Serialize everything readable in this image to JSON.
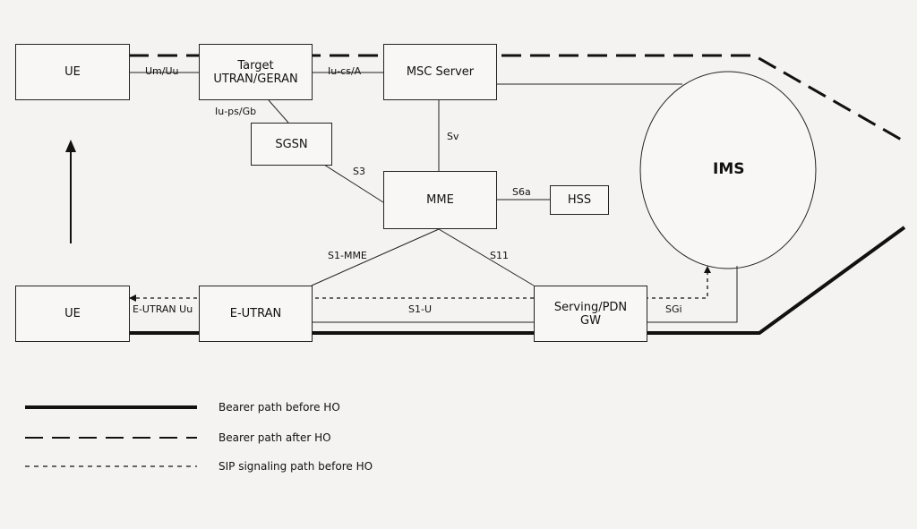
{
  "nodes": {
    "ue_top": "UE",
    "target_line1": "Target",
    "target_line2": "UTRAN/GERAN",
    "msc": "MSC Server",
    "sgsn": "SGSN",
    "mme": "MME",
    "hss": "HSS",
    "ue_bottom": "UE",
    "eutran": "E-UTRAN",
    "gw_line1": "Serving/PDN",
    "gw_line2": "GW",
    "ims": "IMS"
  },
  "interfaces": {
    "um_uu": "Um/Uu",
    "iu_cs_a": "Iu-cs/A",
    "iu_ps_gb": "Iu-ps/Gb",
    "sv": "Sv",
    "s3": "S3",
    "s6a": "S6a",
    "s1_mme": "S1-MME",
    "s11": "S11",
    "eutran_uu": "E-UTRAN Uu",
    "s1_u": "S1-U",
    "sgi": "SGi"
  },
  "legend": {
    "solid": "Bearer path before HO",
    "long_dash": "Bearer path after HO",
    "short_dash": "SIP signaling path before HO"
  }
}
